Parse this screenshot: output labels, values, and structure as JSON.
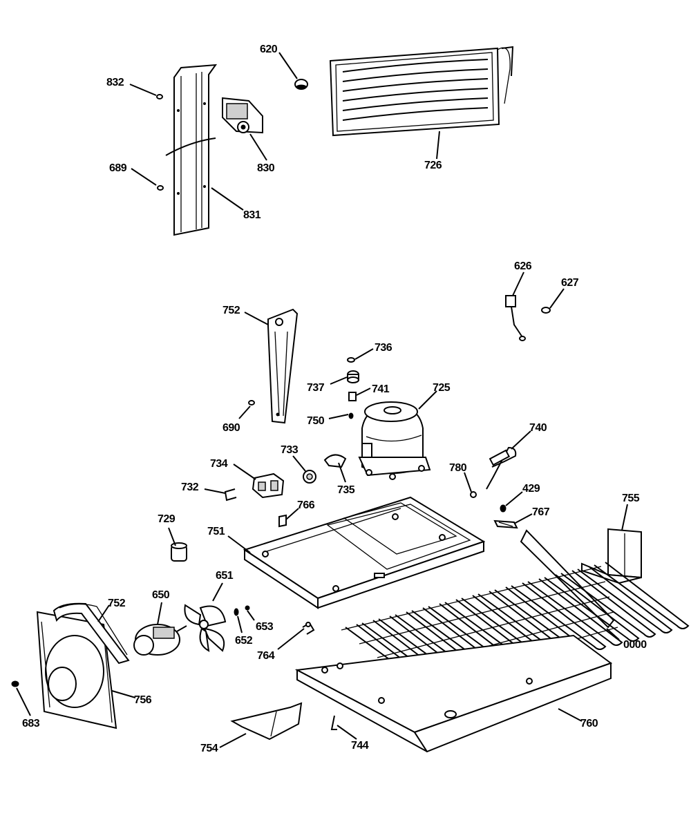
{
  "callouts": [
    {
      "id": "620",
      "text": "620"
    },
    {
      "id": "832",
      "text": "832"
    },
    {
      "id": "689",
      "text": "689"
    },
    {
      "id": "830",
      "text": "830"
    },
    {
      "id": "831",
      "text": "831"
    },
    {
      "id": "726",
      "text": "726"
    },
    {
      "id": "626",
      "text": "626"
    },
    {
      "id": "627",
      "text": "627"
    },
    {
      "id": "752a",
      "text": "752"
    },
    {
      "id": "736",
      "text": "736"
    },
    {
      "id": "737",
      "text": "737"
    },
    {
      "id": "741",
      "text": "741"
    },
    {
      "id": "725",
      "text": "725"
    },
    {
      "id": "690",
      "text": "690"
    },
    {
      "id": "750",
      "text": "750"
    },
    {
      "id": "740",
      "text": "740"
    },
    {
      "id": "733",
      "text": "733"
    },
    {
      "id": "734",
      "text": "734"
    },
    {
      "id": "735",
      "text": "735"
    },
    {
      "id": "780",
      "text": "780"
    },
    {
      "id": "732",
      "text": "732"
    },
    {
      "id": "429",
      "text": "429"
    },
    {
      "id": "755",
      "text": "755"
    },
    {
      "id": "766",
      "text": "766"
    },
    {
      "id": "767",
      "text": "767"
    },
    {
      "id": "729",
      "text": "729"
    },
    {
      "id": "751",
      "text": "751"
    },
    {
      "id": "651",
      "text": "651"
    },
    {
      "id": "650",
      "text": "650"
    },
    {
      "id": "752b",
      "text": "752"
    },
    {
      "id": "653",
      "text": "653"
    },
    {
      "id": "652",
      "text": "652"
    },
    {
      "id": "764",
      "text": "764"
    },
    {
      "id": "0000",
      "text": "0000"
    },
    {
      "id": "683",
      "text": "683"
    },
    {
      "id": "756",
      "text": "756"
    },
    {
      "id": "760",
      "text": "760"
    },
    {
      "id": "754",
      "text": "754"
    },
    {
      "id": "744",
      "text": "744"
    }
  ]
}
